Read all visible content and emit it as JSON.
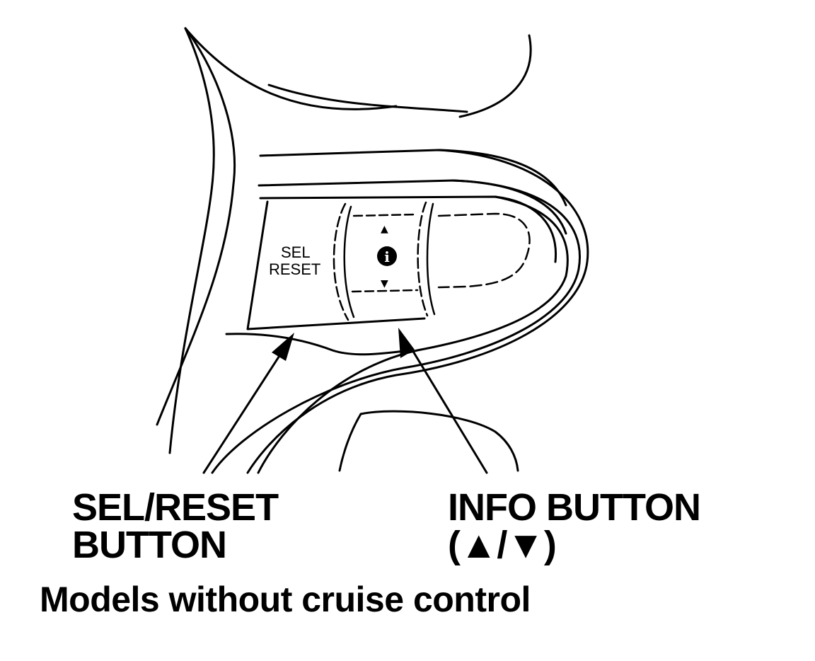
{
  "diagram": {
    "embossed_labels": {
      "sel": "SEL",
      "reset": "RESET",
      "up_arrow": "▲",
      "info_icon": "i",
      "down_arrow": "▼"
    },
    "callouts": {
      "sel_reset": {
        "line1": "SEL/RESET",
        "line2": "BUTTON"
      },
      "info": {
        "line1": "INFO BUTTON",
        "line2": "(▲/▼)"
      }
    },
    "caption": "Models without cruise control"
  }
}
